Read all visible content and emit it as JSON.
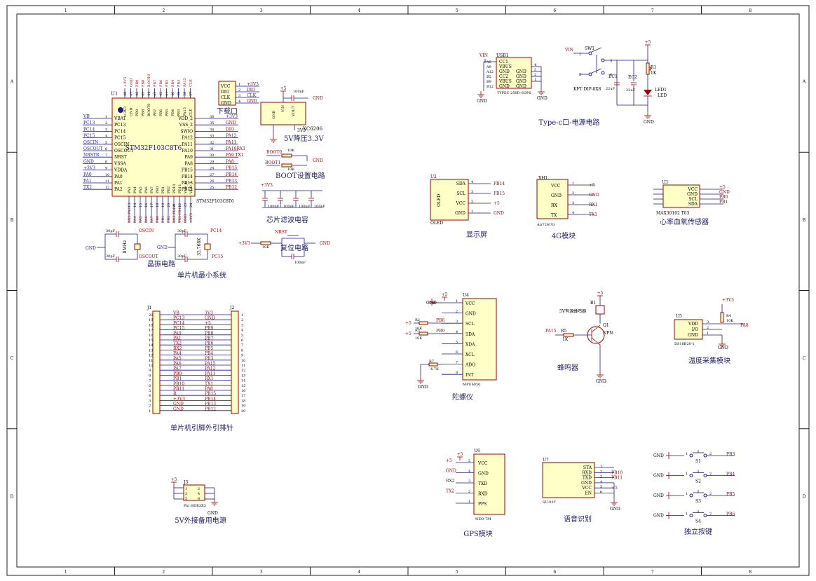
{
  "frame": {
    "cols": [
      "1",
      "2",
      "3",
      "4",
      "5",
      "6",
      "7",
      "8"
    ],
    "rows": [
      "A",
      "B",
      "C",
      "D"
    ]
  },
  "mcu": {
    "ref": "U1",
    "name": "STM32F103C8T6",
    "subname": "STM32F103C8T6",
    "top_pins": [
      "+3V3",
      "GND",
      "PB9",
      "PB8",
      "BOOT0",
      "PB7",
      "PB6",
      "PB5",
      "PB4",
      "PB3",
      "PA15",
      "CLK"
    ],
    "top_nums": [
      "48",
      "47",
      "46",
      "45",
      "44",
      "43",
      "42",
      "41",
      "40",
      "39",
      "38",
      "37"
    ],
    "left_nets": [
      "VB",
      "PC13",
      "PC14",
      "PC15",
      "OSCIN",
      "OSCOUT",
      "NRSTR",
      "GND",
      "+3V3",
      "PA0",
      "PA1",
      "TX2"
    ],
    "left_pins": [
      "VBAT",
      "PC13",
      "PC14",
      "PC15",
      "OSCIN",
      "OSCOUT",
      "NRST",
      "VSSA",
      "VDDA",
      "PA0",
      "PA1",
      "PA2"
    ],
    "right_nets": [
      "+3V3",
      "GND",
      "DIO",
      "PA12",
      "PA11",
      "PA10RX1",
      "PA9 TX1",
      "PA8",
      "PB15",
      "PB14",
      "PB13",
      "PB12"
    ],
    "right_pins": [
      "VDD_2",
      "VSS_2",
      "SWIO",
      "PA12",
      "PA11",
      "PA10",
      "PA9",
      "PA8",
      "PB15",
      "PB14",
      "PB13",
      "PB12"
    ],
    "bottom_pins": [
      "PA3",
      "PA4",
      "PA5",
      "PA6",
      "PA7",
      "PB0",
      "PB1",
      "PB2",
      "PB10",
      "PB11",
      "VSS_1",
      "VDD_1"
    ],
    "bottom_nets": [
      "RX2 PA3",
      "PA4",
      "PA5",
      "PA6",
      "PA7",
      "PB0",
      "PB1",
      "PB2",
      "RX3 PB10",
      "TX3 PB11",
      "GND",
      "+3V3"
    ]
  },
  "captions": {
    "min_system": "单片机最小系统",
    "crystal": "晶振电路",
    "download": "下载口",
    "ldo": "5V降压3.3V",
    "boot": "BOOT设置电路",
    "filter": "芯片滤波电容",
    "reset": "复位电路",
    "pinheader": "单片机引脚外引排针",
    "ext_power": "5V外接备用电源",
    "typec": "Type-c口-电源电路",
    "oled": "显示屏",
    "lte": "4G模块",
    "spo2": "心率血氧传感器",
    "gyro": "陀螺仪",
    "buzzer": "蜂鸣器",
    "temp": "温度采集模块",
    "gps": "GPS模块",
    "voice": "语音识别",
    "keys": "独立按键"
  },
  "download": {
    "pins": [
      "VCC",
      "DIO",
      "CLK",
      "GND"
    ],
    "nets": [
      "+3V3",
      "DIO",
      "CLK",
      "GND"
    ],
    "nums": [
      "1",
      "2",
      "3",
      "4"
    ]
  },
  "ldo": {
    "part": "XC6206",
    "pins": [
      "VIN",
      "VOUT",
      "GND"
    ],
    "in": "+5",
    "out": "3V3",
    "cap": "100nF",
    "gnd": "GND"
  },
  "boot": {
    "boot0": "BOOT0",
    "boot1": "BOOT1",
    "r": "10K"
  },
  "filter": {
    "net": "+3V3",
    "caps": [
      "100nF",
      "100nF",
      "100nF",
      "100nF"
    ]
  },
  "reset": {
    "net": "NRST",
    "vin": "+3V3",
    "r": "10K",
    "cap": "100nF",
    "gnd": "GND"
  },
  "crystal": {
    "c1": "30pF",
    "c2": "30pF",
    "x1": "8MHz",
    "in": "OSCIN",
    "out": "OSCOUT",
    "c3": "30pF",
    "c4": "30pF",
    "x2": "32.768K",
    "p1": "PC14",
    "p2": "PC15",
    "gnd": "GND"
  },
  "header": {
    "j_left": "J1",
    "j_right": "J2",
    "left_nets": [
      "VB",
      "PC13",
      "PC14",
      "PC15",
      "PA0",
      "PA1",
      "TX2",
      "RX2",
      "PA4",
      "PA5",
      "PA6",
      "PA7",
      "PB0",
      "PB1",
      "PB10",
      "PB11",
      "R",
      "+3V3",
      "GND",
      "GND"
    ],
    "right_nets": [
      "3V3",
      "GND",
      "+5",
      "PB9",
      "PB8",
      "PB7",
      "PB6",
      "PB5",
      "PB4",
      "PB3",
      "PA15",
      "PA12",
      "PA11",
      "RX1",
      "TX1",
      "PA8",
      "PB15",
      "PB14",
      "PB13",
      "PB12"
    ],
    "left_nums": [
      "20",
      "19",
      "18",
      "17",
      "16",
      "15",
      "14",
      "13",
      "12",
      "11",
      "10",
      "9",
      "8",
      "7",
      "6",
      "5",
      "4",
      "3",
      "2",
      "1"
    ],
    "right_nums": [
      "1",
      "2",
      "3",
      "4",
      "5",
      "6",
      "7",
      "8",
      "9",
      "10",
      "11",
      "12",
      "13",
      "14",
      "15",
      "16",
      "17",
      "18",
      "19",
      "20"
    ]
  },
  "ext_power": {
    "ref": "J3",
    "part": "Pin HDR2X3",
    "vcc": "+5",
    "gnd": "GND",
    "nums": [
      "1",
      "2",
      "3",
      "4",
      "5",
      "6"
    ]
  },
  "typec": {
    "ref": "USB1",
    "part": "TYPEC-250D-SOP6",
    "vin": "VIN",
    "pins": [
      "CC1",
      "VBUS",
      "GND",
      "CC2",
      "VBUS",
      "GND"
    ],
    "nums": [
      "A5",
      "A9",
      "A12",
      "B5",
      "B9",
      "B12"
    ],
    "rnums": [
      "4",
      "3",
      "2",
      "1"
    ],
    "sw": "SW1",
    "sw_part": "KFT DIP-8X8",
    "ec1": "EC1",
    "ec1_v": "22uF",
    "ec2": "EC2",
    "ec2_v": "22uF",
    "r1": "R1",
    "r1_v": "1K",
    "led": "LED1",
    "led_v": "LED",
    "vcc": "+5",
    "gnd": "GND"
  },
  "oled": {
    "ref": "U2",
    "label": "OLED",
    "pins": [
      "SDA",
      "SCL",
      "VCC",
      "GND"
    ],
    "nums": [
      "4",
      "3",
      "2",
      "1"
    ],
    "nets": [
      "PB14",
      "PB15",
      "+5",
      "GND"
    ]
  },
  "lte": {
    "ref": "XH1",
    "part": "Air724UG",
    "pins": [
      "VCC",
      "GND",
      "RX",
      "TX"
    ],
    "nums": [
      "1",
      "2",
      "3",
      "4"
    ],
    "nets": [
      "+5",
      "GND",
      "RX1",
      "TX1"
    ]
  },
  "spo2": {
    "ref": "U3",
    "part": "MAX30102 T03",
    "pins": [
      "VCC",
      "GND",
      "SCL",
      "SDA"
    ],
    "nets": [
      "+5",
      "GND",
      "PB0",
      "PB1"
    ]
  },
  "gyro": {
    "ref": "U4",
    "part": "MPU6050",
    "pins": [
      "VCC",
      "GND",
      "SCL",
      "SDA",
      "XDA",
      "XCL",
      "ADO",
      "INT"
    ],
    "nums": [
      "1",
      "2",
      "3",
      "4",
      "5",
      "6",
      "7",
      "8"
    ],
    "vcc": "+5",
    "gnd": "GND",
    "r2": "R2",
    "r2_v": "10K",
    "r3": "R3",
    "r3_v": "10K",
    "r7": "R7",
    "r7_v": "4.7K",
    "scl_net": "PB8",
    "sda_net": "PB9"
  },
  "buzzer": {
    "ref": "B1",
    "label": "5V有源蜂鸣器",
    "q": "Q1",
    "q_type": "NPN",
    "r": "R5",
    "r_v": "1K",
    "net": "PA15",
    "vcc": "+5",
    "gnd": "GND"
  },
  "temp": {
    "ref": "U5",
    "part": "DS18B20-1",
    "pins": [
      "VDD",
      "I/O",
      "GND"
    ],
    "nums": [
      "3",
      "2",
      "1"
    ],
    "r": "R4",
    "r_v": "10K",
    "vcc": "+3V3",
    "net": "PA8",
    "gnd": "GND"
  },
  "gps": {
    "ref": "U6",
    "part": "NEO-7M",
    "pins": [
      "VCC",
      "GND",
      "TXD",
      "RXD",
      "PPS"
    ],
    "nums": [
      "5",
      "4",
      "3",
      "2",
      "1"
    ],
    "nets": [
      "+5",
      "GND",
      "RX2",
      "TX2",
      ""
    ]
  },
  "voice": {
    "ref": "U7",
    "part": "SU-03T",
    "pins": [
      "STA",
      "RXD",
      "TXD",
      "GND",
      "VCC",
      "EN"
    ],
    "nums": [
      "1",
      "2",
      "3",
      "4",
      "5",
      "6"
    ],
    "nets": [
      "",
      "PB10",
      "PB11",
      "",
      "+5",
      ""
    ],
    "gnd": "GND"
  },
  "keys": {
    "items": [
      {
        "ref": "S1",
        "net": "PB3"
      },
      {
        "ref": "S2",
        "net": "PB4"
      },
      {
        "ref": "S3",
        "net": "PB5"
      },
      {
        "ref": "S4",
        "net": "PB6"
      }
    ],
    "gnd": "GND",
    "n1": "1",
    "n2": "2"
  }
}
